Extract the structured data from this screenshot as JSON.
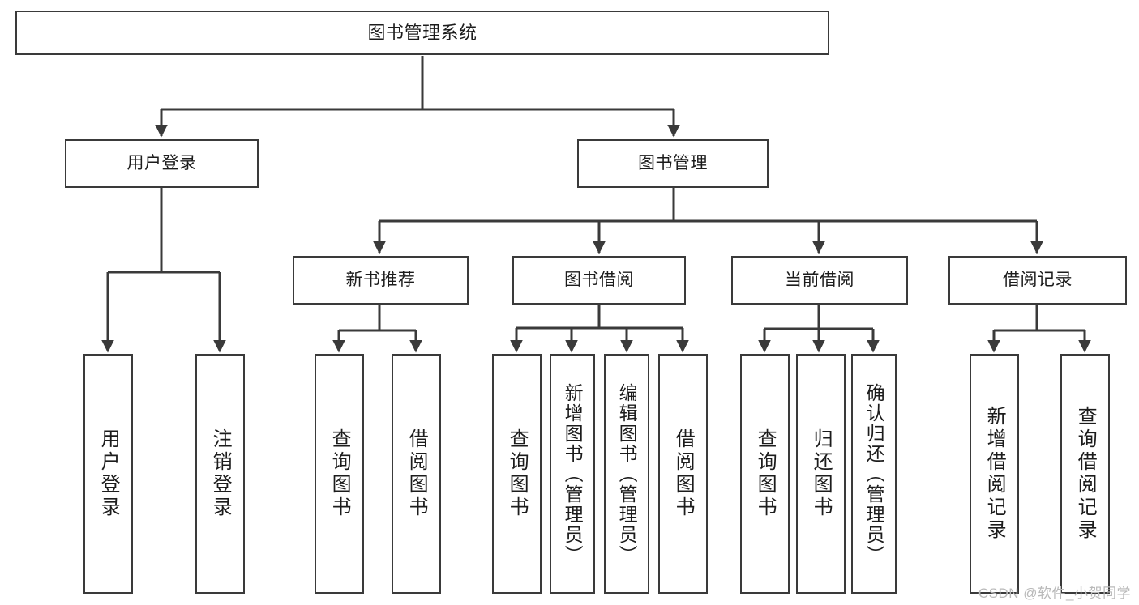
{
  "diagram": {
    "type": "tree",
    "title": "图书管理系统",
    "watermark": "CSDN @软件_小贺同学",
    "colors": {
      "stroke": "#3a3a3a",
      "fill": "#ffffff",
      "text": "#1c1c1c",
      "watermark": "#b9b9b9"
    },
    "nodes": {
      "root": {
        "label": "图书管理系统"
      },
      "tier1": [
        {
          "id": "user-login",
          "label": "用户登录"
        },
        {
          "id": "book-management",
          "label": "图书管理"
        }
      ],
      "tier2": [
        {
          "id": "new-book-recommend",
          "label": "新书推荐"
        },
        {
          "id": "book-borrow",
          "label": "图书借阅"
        },
        {
          "id": "current-borrow",
          "label": "当前借阅"
        },
        {
          "id": "borrow-record",
          "label": "借阅记录"
        }
      ],
      "leaves": [
        {
          "id": "leaf-user-login",
          "label": "用户登录",
          "parent": "user-login"
        },
        {
          "id": "leaf-logout",
          "label": "注销登录",
          "parent": "user-login"
        },
        {
          "id": "leaf-query-book-1",
          "label": "查询图书",
          "parent": "new-book-recommend"
        },
        {
          "id": "leaf-borrow-book-1",
          "label": "借阅图书",
          "parent": "new-book-recommend"
        },
        {
          "id": "leaf-query-book-2",
          "label": "查询图书",
          "parent": "book-borrow"
        },
        {
          "id": "leaf-add-book",
          "label": "新增图书（管理员）",
          "parent": "book-borrow"
        },
        {
          "id": "leaf-edit-book",
          "label": "编辑图书（管理员）",
          "parent": "book-borrow"
        },
        {
          "id": "leaf-borrow-book-2",
          "label": "借阅图书",
          "parent": "book-borrow"
        },
        {
          "id": "leaf-query-book-3",
          "label": "查询图书",
          "parent": "current-borrow"
        },
        {
          "id": "leaf-return-book",
          "label": "归还图书",
          "parent": "current-borrow"
        },
        {
          "id": "leaf-confirm-return",
          "label": "确认归还（管理员）",
          "parent": "current-borrow"
        },
        {
          "id": "leaf-add-record",
          "label": "新增借阅记录",
          "parent": "borrow-record"
        },
        {
          "id": "leaf-query-record",
          "label": "查询借阅记录",
          "parent": "borrow-record"
        }
      ]
    }
  }
}
